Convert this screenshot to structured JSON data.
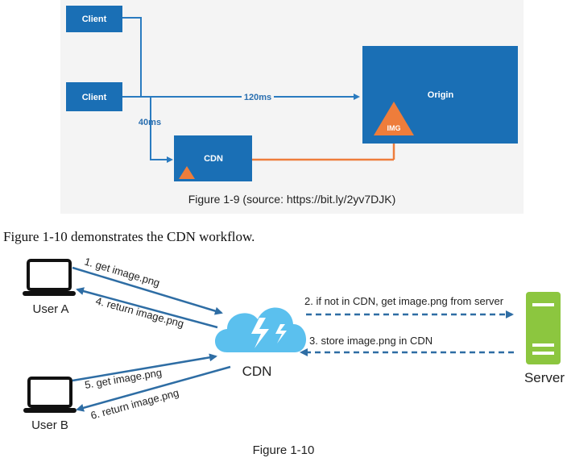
{
  "figure9": {
    "client_top_label": "Client",
    "client_bottom_label": "Client",
    "origin_label": "Origin",
    "cdn_label": "CDN",
    "img_label": "IMG",
    "latency_origin": "120ms",
    "latency_cdn": "40ms",
    "caption": "Figure 1-9 (source: https://bit.ly/2yv7DJK)",
    "colors": {
      "box": "#1a6fb5",
      "line": "#2a7bc0",
      "accent": "#ee7d3b",
      "panel": "#f4f4f4"
    }
  },
  "intro_text": "Figure 1-10 demonstrates the CDN workflow.",
  "figure10": {
    "user_a_label": "User A",
    "user_b_label": "User B",
    "cdn_label": "CDN",
    "server_label": "Server",
    "step1": "1. get image.png",
    "step2": "2. if not in CDN, get image.png from server",
    "step3": "3. store image.png in CDN",
    "step4": "4. return image.png",
    "step5": "5. get image.png",
    "step6": "6. return image.png",
    "caption": "Figure 1-10",
    "colors": {
      "arrow": "#2e6da4",
      "cloud": "#5bc0ee",
      "server": "#8cc63f"
    }
  }
}
